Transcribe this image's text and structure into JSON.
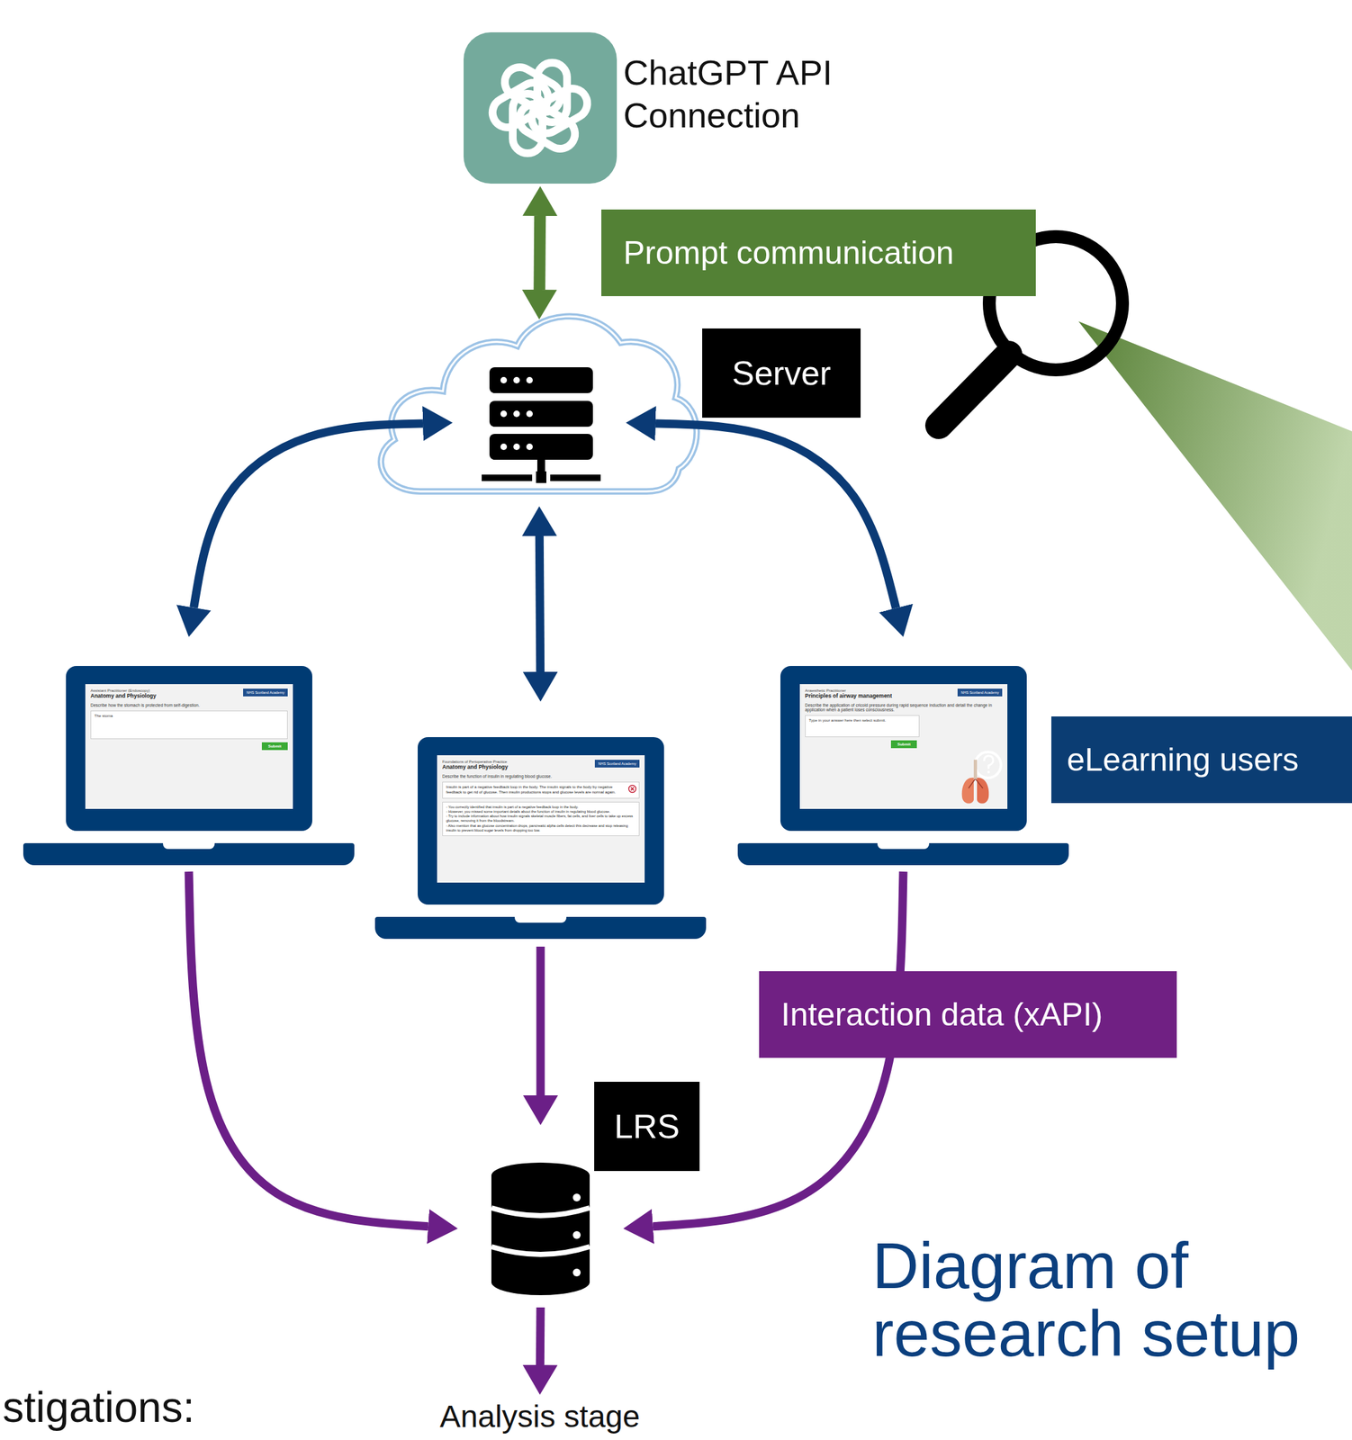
{
  "diagram": {
    "title": "Diagram of research setup",
    "nodes": [
      {
        "text": [
          "ChatGPT API Connection"
        ]
      },
      {
        "text": [
          "Server"
        ]
      },
      {
        "text": [
          "Assistant Practitioner (Endoscopy)",
          "Anatomy and Physiology",
          "NHS Scotland Academy",
          "Describe how the stomach is protected from self-digestion.",
          "The stoma",
          "Submit"
        ]
      },
      {
        "text": [
          "Foundations of Perioperative Practice",
          "Anatomy and Physiology",
          "NHS Scotland Academy",
          "Describe the function of insulin in regulating blood glucose.",
          "Insulin is part of a negative feedback loop in the body. The insulin signals to the body by negative feedback to get rid of glucose. Then insulin productions stops and glucose levels are normal again.",
          "- You correctly identified that insulin is part of a negative feedback loop in the body.",
          "- However, you missed some important details about the function of insulin in regulating blood glucose.",
          "- Try to include information about how insulin signals skeletal muscle fibers, fat cells, and liver cells to take up excess glucose, removing it from the bloodstream.",
          "- Also mention that as glucose concentration drops, pancreatic alpha cells detect this decrease and stop releasing insulin to prevent blood sugar levels from dropping too low."
        ]
      },
      {
        "text": [
          "Anaesthetic Practitioner",
          "Principles of airway management",
          "NHS Scotland Academy",
          "Describe the application of cricoid pressure during rapid sequence induction and detail the change in application when a patient loses consciousness.",
          "Type in your answer here then select submit.",
          "Submit"
        ]
      },
      {
        "text": [
          "LRS"
        ]
      },
      {
        "text": [
          "Analysis stage"
        ]
      }
    ],
    "edges": [
      {
        "from": 0,
        "to": 1,
        "arrow": "both",
        "label": "Prompt communication"
      },
      {
        "from": 1,
        "to": 2,
        "arrow": "both"
      },
      {
        "from": 1,
        "to": 3,
        "arrow": "both"
      },
      {
        "from": 1,
        "to": 4,
        "arrow": "both"
      },
      {
        "from": 2,
        "to": 5,
        "arrow": "to"
      },
      {
        "from": 3,
        "to": 5,
        "arrow": "to"
      },
      {
        "from": 4,
        "to": 5,
        "arrow": "to",
        "label": "Interaction data (xAPI)"
      },
      {
        "from": 5,
        "to": 6,
        "arrow": "to"
      }
    ],
    "labels": [
      "eLearning users",
      "stigations:"
    ]
  }
}
